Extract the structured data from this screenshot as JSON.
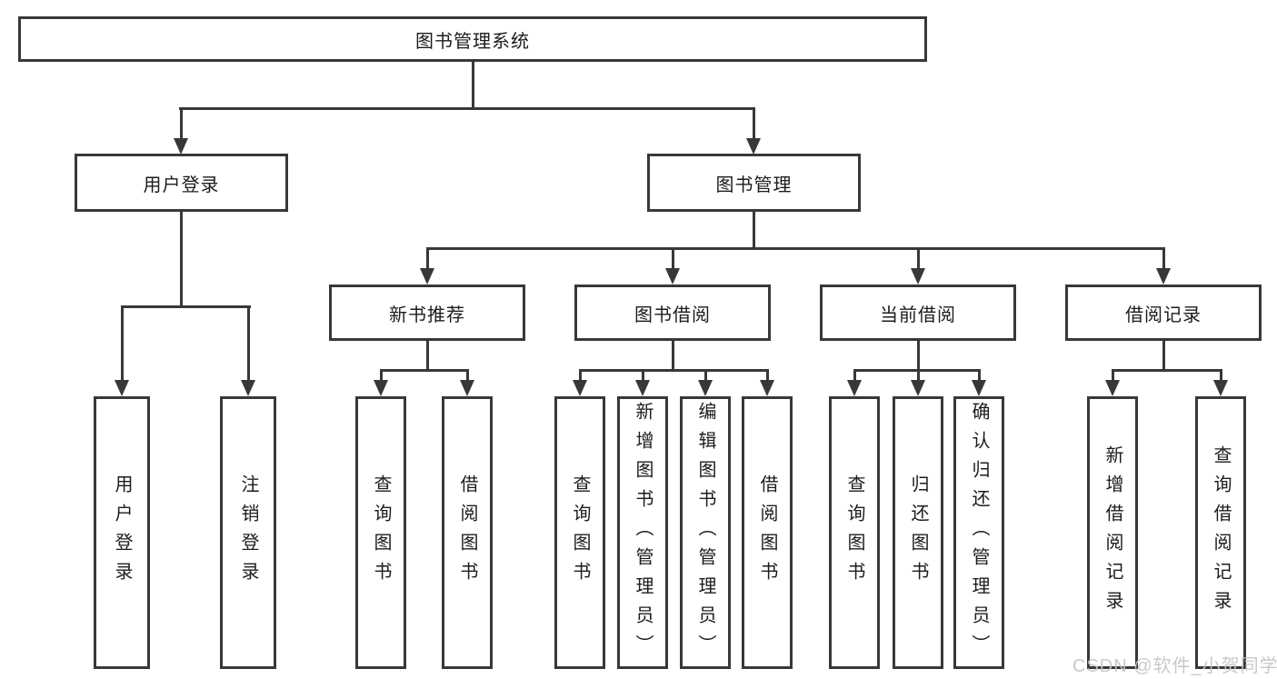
{
  "diagram": {
    "title_node": "图书管理系统",
    "user_branch": {
      "label": "用户登录",
      "children": [
        "用户登录",
        "注销登录"
      ]
    },
    "book_branch": {
      "label": "图书管理",
      "sections": [
        {
          "label": "新书推荐",
          "children": [
            "查询图书",
            "借阅图书"
          ]
        },
        {
          "label": "图书借阅",
          "children": [
            "查询图书",
            "新增图书（管理员）",
            "编辑图书（管理员）",
            "借阅图书"
          ]
        },
        {
          "label": "当前借阅",
          "children": [
            "查询图书",
            "归还图书",
            "确认归还（管理员）"
          ]
        },
        {
          "label": "借阅记录",
          "children": [
            "新增借阅记录",
            "查询借阅记录"
          ]
        }
      ]
    }
  },
  "watermark": {
    "text": "CSDN @软件_小贺同学",
    "color": "#c6c6c6"
  },
  "colors": {
    "line": "#383838",
    "box_border": "#383838",
    "text": "#1c1c1c",
    "background": "#ffffff"
  }
}
